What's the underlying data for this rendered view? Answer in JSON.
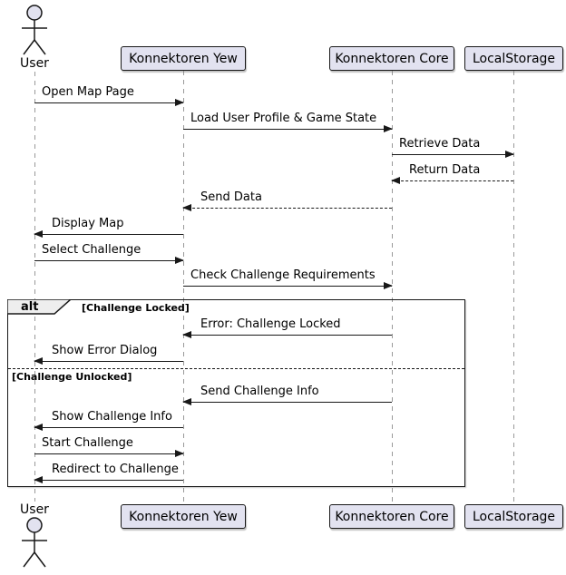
{
  "diagram": {
    "type": "uml-sequence-diagram",
    "background": "#FFFFFF"
  },
  "participants": [
    {
      "label": "User",
      "type": "actor"
    },
    {
      "label": "Konnektoren Yew",
      "type": "participant"
    },
    {
      "label": "Konnektoren Core",
      "type": "participant"
    },
    {
      "label": "LocalStorage",
      "type": "participant"
    }
  ],
  "messages": [
    {
      "from": "User",
      "to": "Konnektoren Yew",
      "label": "Open Map Page",
      "line": "solid"
    },
    {
      "from": "Konnektoren Yew",
      "to": "Konnektoren Core",
      "label": "Load User Profile & Game State",
      "line": "solid"
    },
    {
      "from": "Konnektoren Core",
      "to": "LocalStorage",
      "label": "Retrieve Data",
      "line": "solid"
    },
    {
      "from": "LocalStorage",
      "to": "Konnektoren Core",
      "label": "Return Data",
      "line": "dashed"
    },
    {
      "from": "Konnektoren Core",
      "to": "Konnektoren Yew",
      "label": "Send Data",
      "line": "dashed"
    },
    {
      "from": "Konnektoren Yew",
      "to": "User",
      "label": "Display Map",
      "line": "solid"
    },
    {
      "from": "User",
      "to": "Konnektoren Yew",
      "label": "Select Challenge",
      "line": "solid"
    },
    {
      "from": "Konnektoren Yew",
      "to": "Konnektoren Core",
      "label": "Check Challenge Requirements",
      "line": "solid"
    },
    {
      "from": "Konnektoren Core",
      "to": "Konnektoren Yew",
      "label": "Error: Challenge Locked",
      "line": "solid"
    },
    {
      "from": "Konnektoren Yew",
      "to": "User",
      "label": "Show Error Dialog",
      "line": "solid"
    },
    {
      "from": "Konnektoren Core",
      "to": "Konnektoren Yew",
      "label": "Send Challenge Info",
      "line": "solid"
    },
    {
      "from": "Konnektoren Yew",
      "to": "User",
      "label": "Show Challenge Info",
      "line": "solid"
    },
    {
      "from": "User",
      "to": "Konnektoren Yew",
      "label": "Start Challenge",
      "line": "solid"
    },
    {
      "from": "Konnektoren Yew",
      "to": "User",
      "label": "Redirect to Challenge",
      "line": "solid"
    }
  ],
  "alt_frame": {
    "operator": "alt",
    "guard_locked": "[Challenge Locked]",
    "guard_unlocked": "[Challenge Unlocked]"
  },
  "colors": {
    "participant_fill": "#E2E2F0",
    "border": "#181818",
    "lifeline": "#999999",
    "frame_tab_fill": "#EEEEEE",
    "text": "#000000"
  }
}
